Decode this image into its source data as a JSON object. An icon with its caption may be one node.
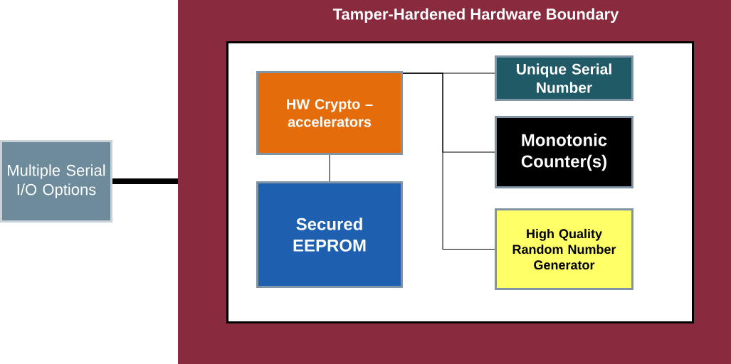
{
  "diagram": {
    "nodes": [
      {
        "text": [
          "Tamper-Hardened Hardware Boundary"
        ]
      },
      {
        "text": [],
        "shape": "box",
        "in": 0
      },
      {
        "text": [
          "HW Crypto – accelerators"
        ],
        "in": 1
      },
      {
        "text": [
          "Secured EEPROM"
        ],
        "in": 1
      },
      {
        "text": [
          "Unique Serial Number"
        ],
        "in": 1
      },
      {
        "text": [
          "Monotonic Counter(s)"
        ],
        "in": 1
      },
      {
        "text": [
          "High Quality Random Number Generator"
        ],
        "in": 1
      },
      {
        "text": [
          "Multiple Serial I/O Options"
        ]
      }
    ],
    "edges": [
      {
        "from": 2,
        "to": 3,
        "arrow": "none"
      },
      {
        "from": 2,
        "to": 4,
        "arrow": "none"
      },
      {
        "from": 2,
        "to": 5,
        "arrow": "none"
      },
      {
        "from": 2,
        "to": 6,
        "arrow": "none"
      },
      {
        "from": 7,
        "to": 0,
        "arrow": "none",
        "style": "thick"
      }
    ]
  }
}
